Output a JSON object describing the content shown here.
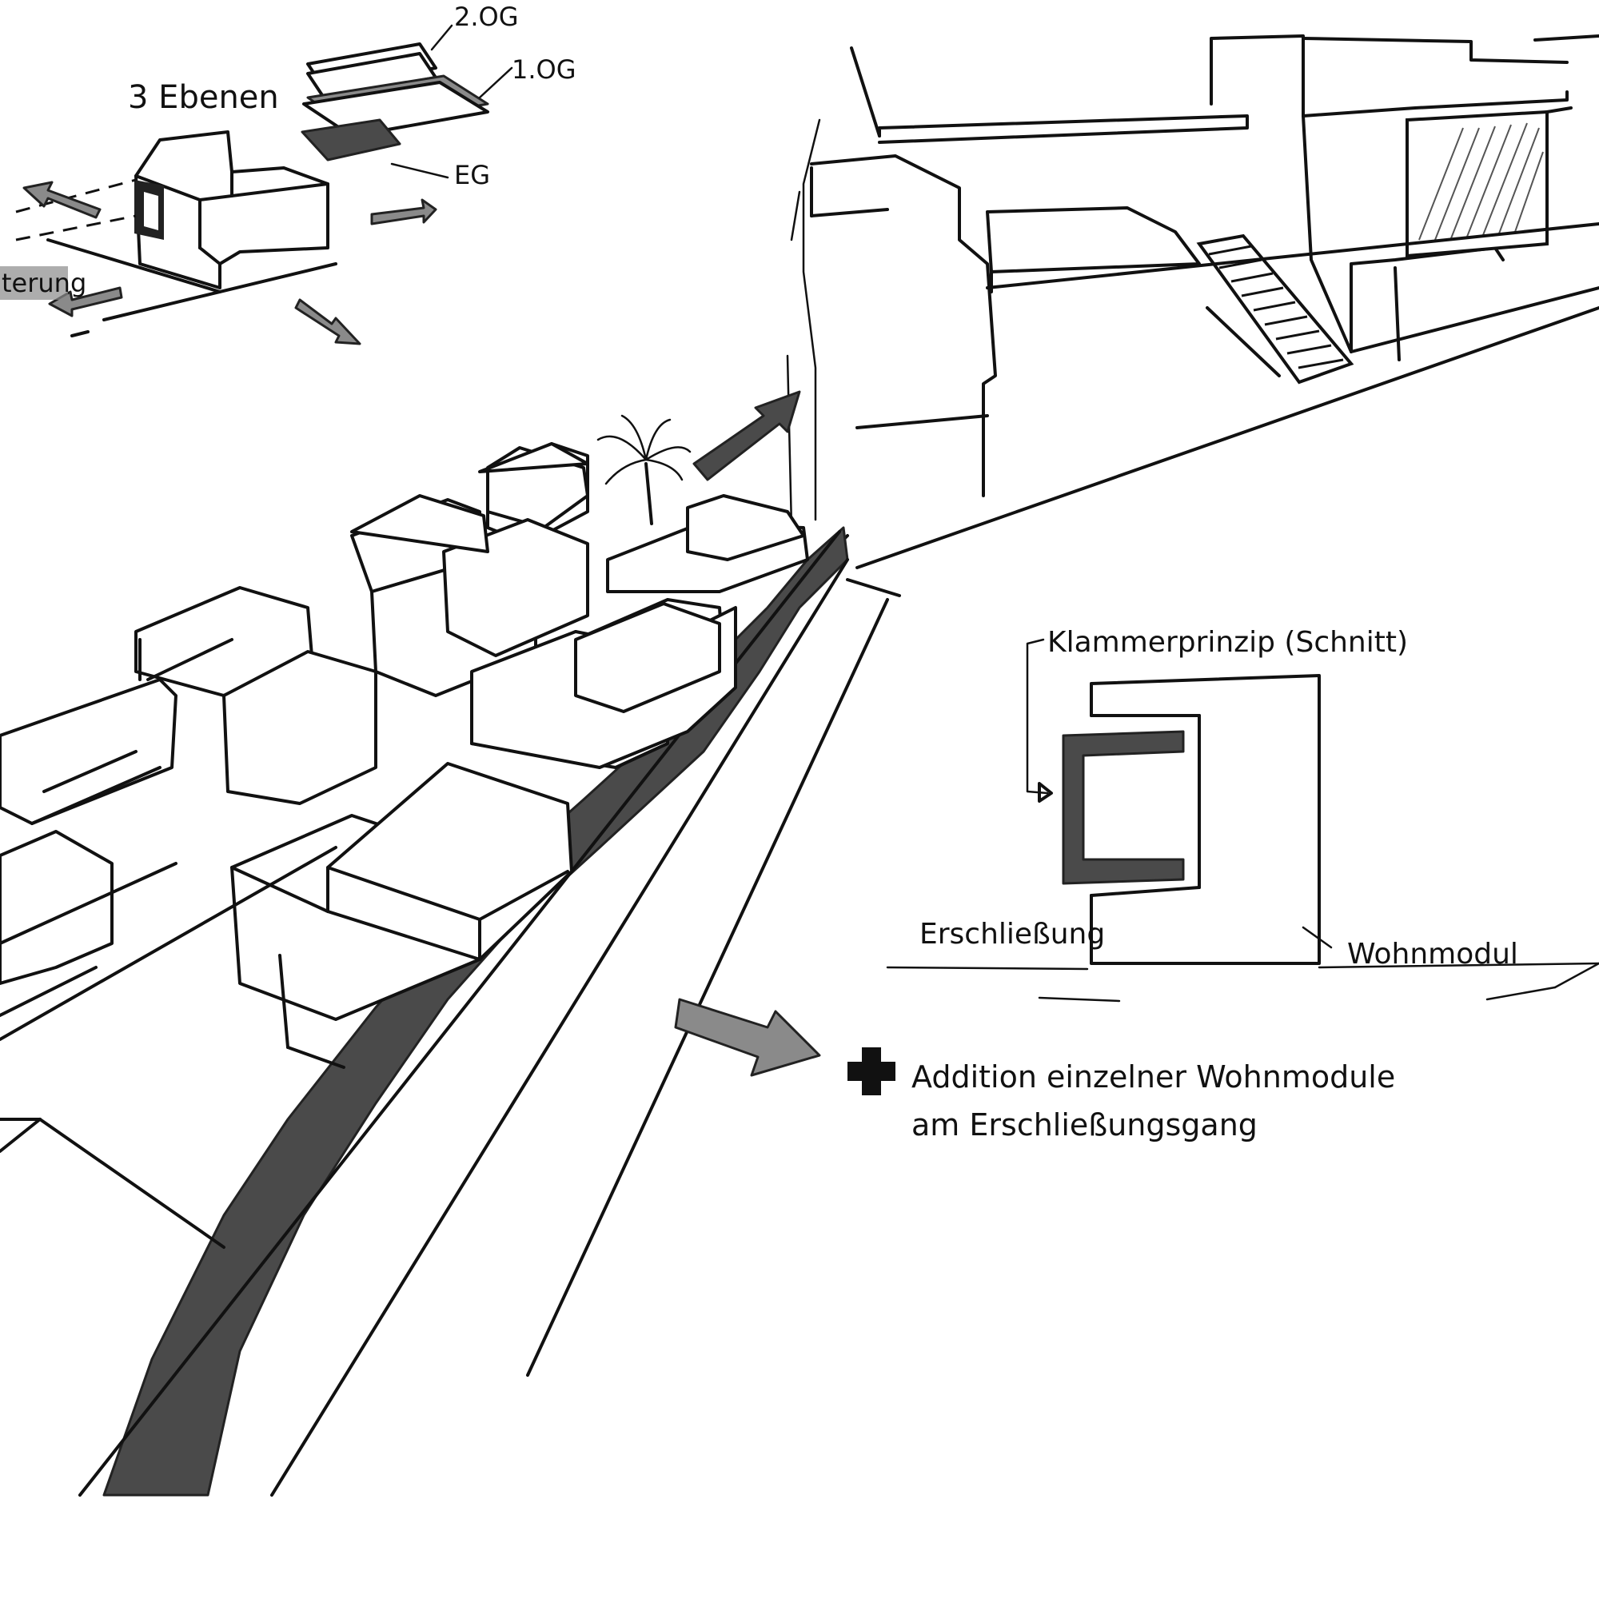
{
  "labels": {
    "levels_title": "3 Ebenen",
    "level_2og": "2.OG",
    "level_1og": "1.OG",
    "level_eg": "EG",
    "partial_left": "terung",
    "bracket_title": "Klammerprinzip (Schnitt)",
    "erschliessung": "Erschließung",
    "wohnmodul": "Wohnmodul",
    "addition_line1": "Addition einzelner Wohnmodule",
    "addition_line2": "am Erschließungsgang"
  },
  "colors": {
    "ink": "#111111",
    "marker_dark": "#4a4a4a",
    "marker_light": "#8a8a8a",
    "paper": "#ffffff"
  },
  "icons": {
    "plus": "plus-icon",
    "arrow": "arrow-icon",
    "palm": "palm-tree-icon"
  }
}
